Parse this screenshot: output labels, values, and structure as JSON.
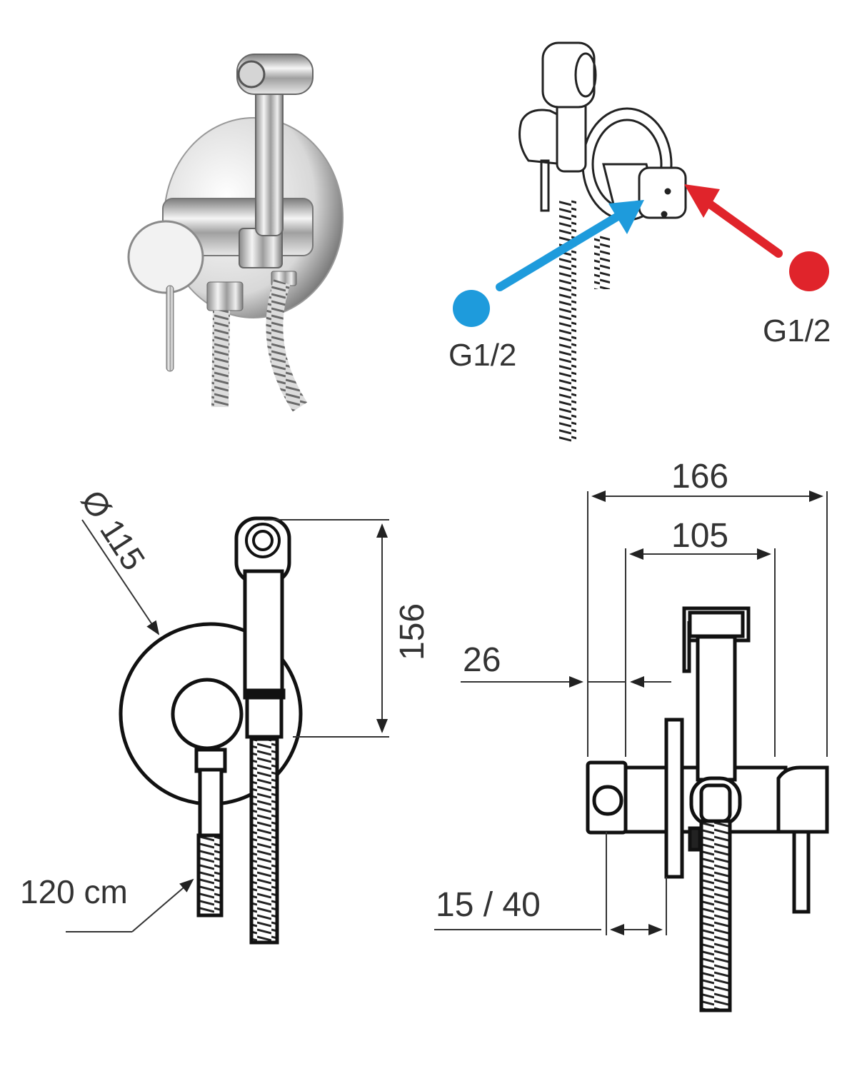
{
  "connections": {
    "cold": {
      "label": "G1/2",
      "color": "#1e9bdc"
    },
    "hot": {
      "label": "G1/2",
      "color": "#e0242b"
    }
  },
  "front_view": {
    "diameter_label": "Ø 115",
    "height_label": "156",
    "hose_label": "120 cm"
  },
  "side_view": {
    "total_width_label": "166",
    "inner_width_label": "105",
    "offset_label": "26",
    "depth_label": "15 / 40"
  },
  "colors": {
    "line": "#222222",
    "chrome_dark": "#555555",
    "chrome_light": "#e6e6e6"
  }
}
